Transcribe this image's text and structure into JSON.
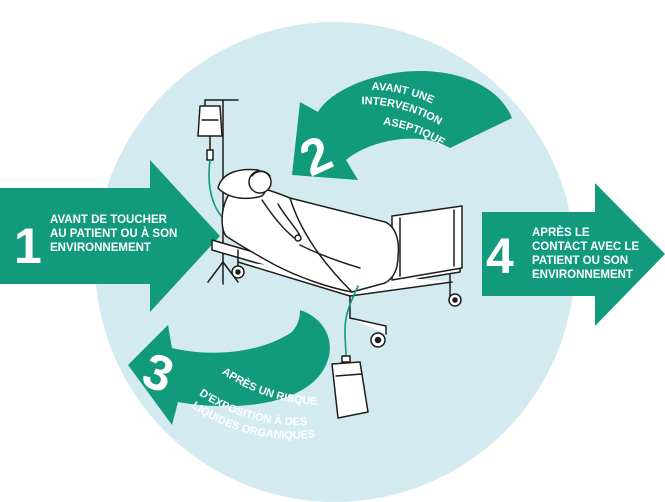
{
  "colors": {
    "circle": "#d3ebf0",
    "arrow": "#119a7c",
    "line": "#1d1d1b",
    "text": "#ffffff"
  },
  "moments": [
    {
      "number": "1",
      "lines": [
        "AVANT DE TOUCHER",
        "AU PATIENT OU À SON",
        "ENVIRONNEMENT"
      ]
    },
    {
      "number": "2",
      "lines": [
        "AVANT UNE",
        "INTERVENTION",
        "ASEPTIQUE"
      ]
    },
    {
      "number": "3",
      "lines": [
        "APRÈS UN RISQUE",
        "D'EXPOSITION À DES",
        "LIQUIDES ORGANIQUES"
      ]
    },
    {
      "number": "4",
      "lines": [
        "APRÈS LE",
        "CONTACT AVEC LE",
        "PATIENT OU SON",
        "ENVIRONNEMENT"
      ]
    }
  ]
}
